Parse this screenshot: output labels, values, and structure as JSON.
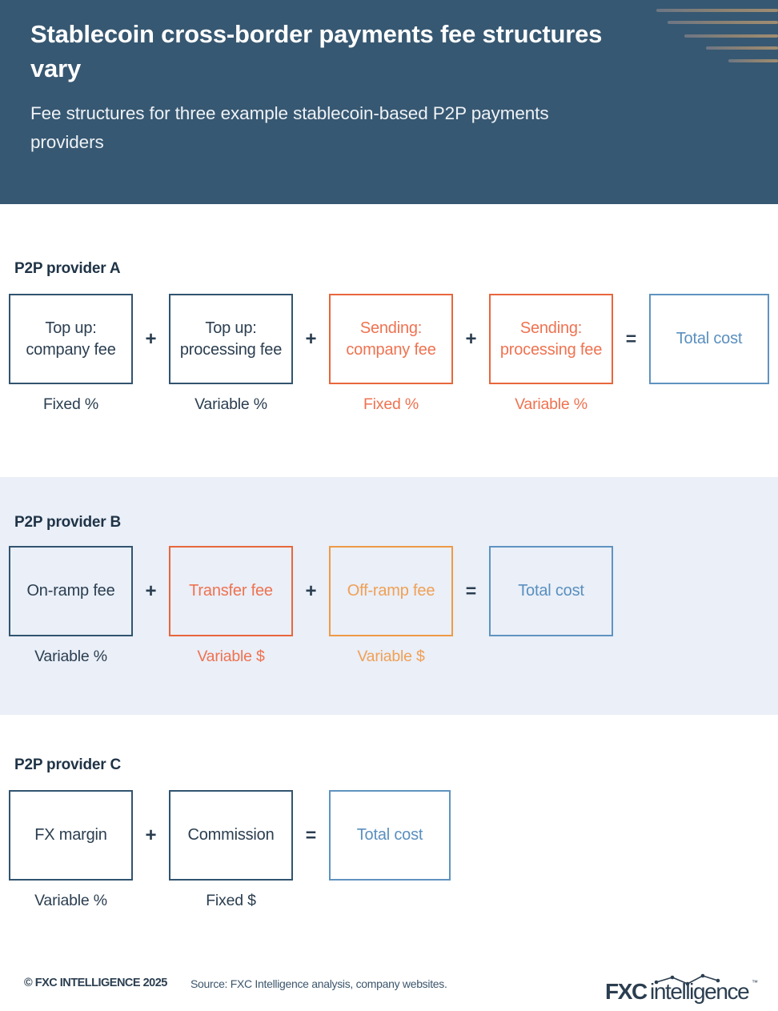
{
  "header": {
    "title": "Stablecoin cross-border payments fee structures vary",
    "subtitle": "Fee structures for three example stablecoin-based P2P payments providers"
  },
  "colors": {
    "header_bg": "#375872",
    "band_bg": "#eaeff8",
    "navy": "#31546f",
    "coral": "#e8663c",
    "amber": "#ee9a46",
    "blue": "#5f93c0",
    "text_dark": "#2b3e50",
    "deco_line": "#8d8272"
  },
  "operators": {
    "plus": "+",
    "equals": "="
  },
  "sections": [
    {
      "title": "P2P provider A",
      "banded": false,
      "items": [
        {
          "box": "Top up: company fee",
          "caption": "Fixed %",
          "color": "navy"
        },
        {
          "op": "+"
        },
        {
          "box": "Top up: processing fee",
          "caption": "Variable %",
          "color": "navy"
        },
        {
          "op": "+"
        },
        {
          "box": "Sending: company fee",
          "caption": "Fixed %",
          "color": "coral"
        },
        {
          "op": "+"
        },
        {
          "box": "Sending: processing fee",
          "caption": "Variable %",
          "color": "coral"
        },
        {
          "op": "="
        },
        {
          "box": "Total cost",
          "caption": "",
          "color": "blue"
        }
      ]
    },
    {
      "title": "P2P provider B",
      "banded": true,
      "items": [
        {
          "box": "On-ramp fee",
          "caption": "Variable %",
          "color": "navy"
        },
        {
          "op": "+"
        },
        {
          "box": "Transfer fee",
          "caption": "Variable $",
          "color": "coral"
        },
        {
          "op": "+"
        },
        {
          "box": "Off-ramp fee",
          "caption": "Variable $",
          "color": "amber"
        },
        {
          "op": "="
        },
        {
          "box": "Total cost",
          "caption": "",
          "color": "blue"
        }
      ]
    },
    {
      "title": "P2P provider C",
      "banded": false,
      "items": [
        {
          "box": "FX margin",
          "caption": "Variable %",
          "color": "navy"
        },
        {
          "op": "+"
        },
        {
          "box": "Commission",
          "caption": "Fixed $",
          "color": "navy"
        },
        {
          "op": "="
        },
        {
          "box": "Total cost",
          "caption": "",
          "color": "blue"
        }
      ]
    }
  ],
  "footer": {
    "copyright": "© FXC INTELLIGENCE 2025",
    "source": "Source: FXC Intelligence analysis, company websites.",
    "logo_bold": "FXC",
    "logo_light": "intelligence",
    "logo_tm": "™"
  }
}
